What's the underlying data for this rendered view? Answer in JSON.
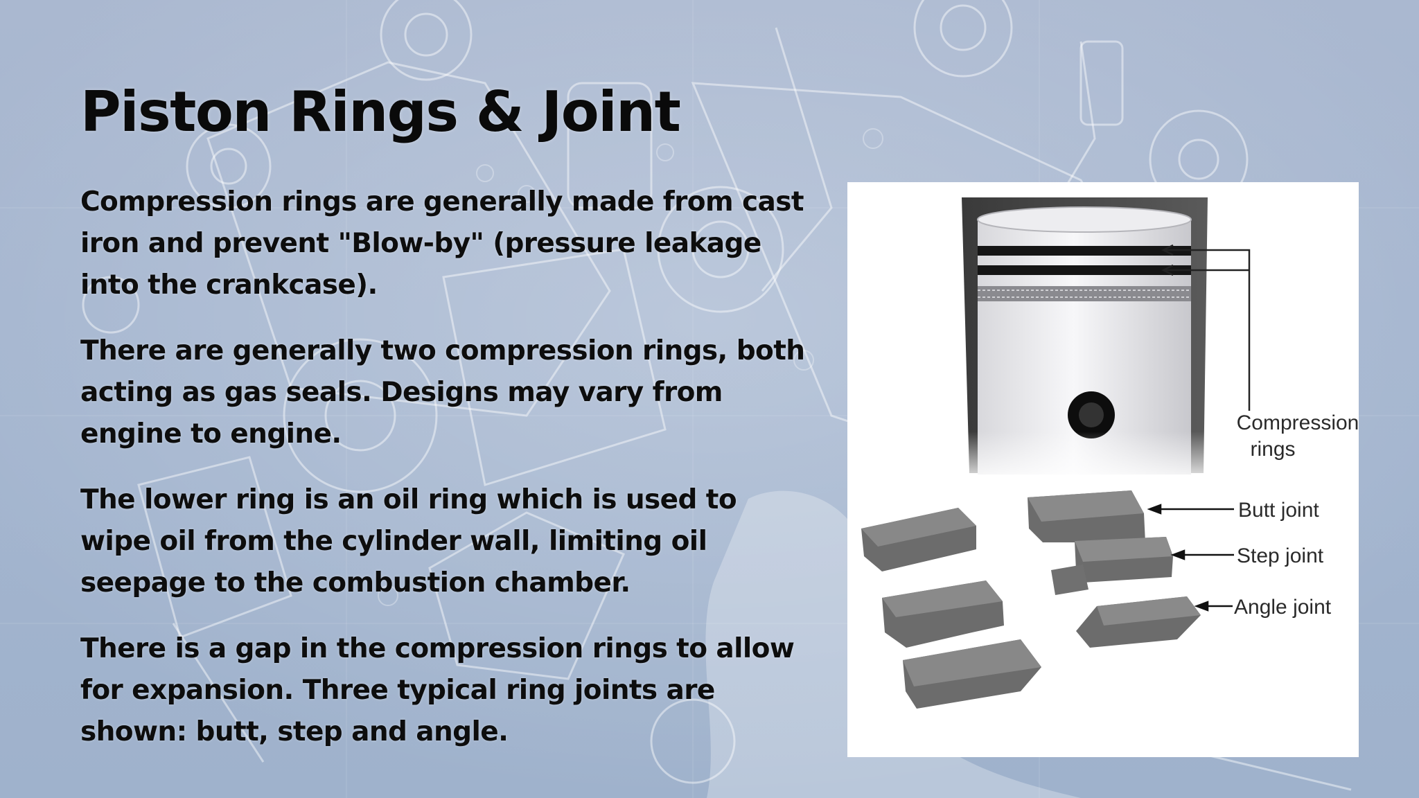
{
  "slide": {
    "title": "Piston Rings & Joint",
    "paragraphs": [
      "Compression rings are generally made from cast iron and prevent \"Blow-by\" (pressure leakage into the crankcase).",
      "There are generally two compression rings, both acting as gas seals. Designs may vary from engine to engine.",
      "The lower ring is an oil ring which is used to wipe oil from the cylinder wall, limiting oil seepage to the combustion chamber.",
      "There is a gap in the compression rings to allow for expansion. Three typical ring joints are shown: butt, step and angle."
    ]
  },
  "figure": {
    "labels": {
      "compression_line1": "Compression",
      "compression_line2": "rings",
      "butt": "Butt joint",
      "step": "Step joint",
      "angle": "Angle joint"
    }
  },
  "colors": {
    "background": "#a4b5cf",
    "text": "#0d0d0d",
    "figure_background": "#ffffff",
    "ring_sample": "#6e6e6e"
  }
}
